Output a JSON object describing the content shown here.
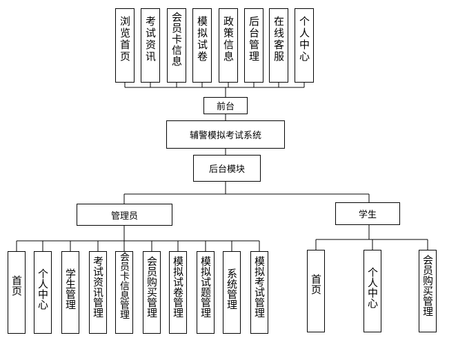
{
  "top_modules": [
    "浏览首页",
    "考试资讯",
    "会员卡信息",
    "模拟试卷",
    "政策信息",
    "后台管理",
    "在线客服",
    "个人中心"
  ],
  "nodes": {
    "front": "前台",
    "system": "辅警模拟考试系统",
    "backend": "后台模块",
    "admin": "管理员",
    "student": "学生"
  },
  "admin_modules": [
    "首页",
    "个人中心",
    "学生管理",
    "考试资讯管理",
    "会员卡信息管理",
    "会员购买管理",
    "模拟试卷管理",
    "模拟试题管理",
    "系统管理",
    "模拟考试管理"
  ],
  "student_modules": [
    "首页",
    "个人中心",
    "会员购买管理"
  ]
}
